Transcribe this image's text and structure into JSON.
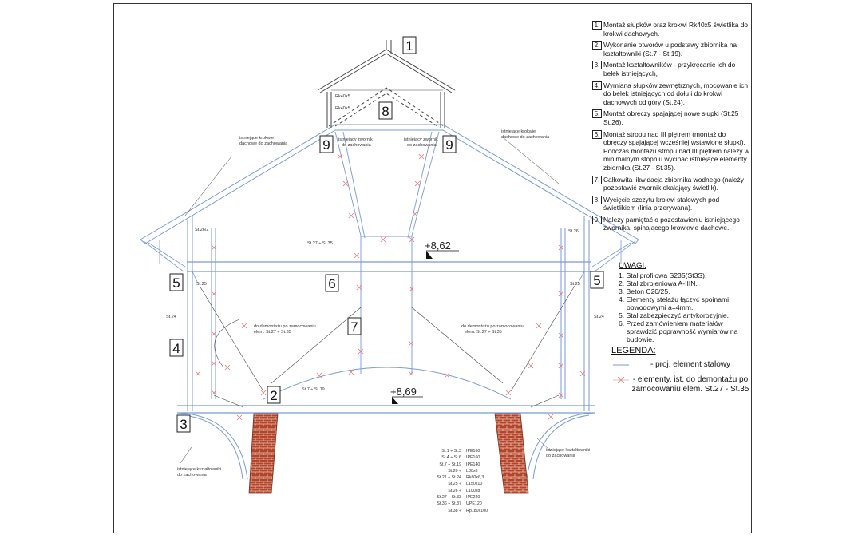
{
  "notes": [
    {
      "num": "1.",
      "text": "Montaż słupków oraz krokwi Rk40x5 świetlika do krokwi dachowych."
    },
    {
      "num": "2.",
      "text": "Wykonanie otworów u podstawy zbiornika na kształtowniki (St.7 - St.19)."
    },
    {
      "num": "3.",
      "text": "Montaż kształtowników - przykręcanie ich do belek istniejących,"
    },
    {
      "num": "4.",
      "text": "Wymiana słupków zewnętrznych, mocowanie ich do belek istniejących od dołu i do krokwi dachowych od góry (St.24)."
    },
    {
      "num": "5.",
      "text": "Montaż obręczy spajającej nowe słupki (St.25 i St.26)."
    },
    {
      "num": "6.",
      "text": "Montaż stropu nad III piętrem (montaż do obręczy spajającej wcześniej wstawione słupki). Podczas montażu stropu nad III piętrem należy w minimalnym stopniu wycinać istniejące elementy zbiornika (St.27 - St.35)."
    },
    {
      "num": "7.",
      "text": "Całkowita likwidacja zbiornika wodnego (należy pozostawić zwornik okalający świetlik)."
    },
    {
      "num": "8.",
      "text": "Wycięcie szczytu krokwi stalowych pod świetlikiem (linia przerywana)."
    },
    {
      "num": "9.",
      "text": "Należy pamiętać o pozostawieniu istniejącego zwornika, spinającego krowkwie dachowe."
    }
  ],
  "uwagi": {
    "title": "UWAGI:",
    "items": [
      "1. Stal profilowa S235(St3S).",
      "2. Stal zbrojeniowa A-IIIN.",
      "3. Beton C20/25.",
      "4. Elementy stelażu łączyć spoinami obwodowymi a=4mm.",
      "5. Stal zabezpieczyć antykorozyjnie.",
      "6. Przed zamówieniem materiałów sprawdzić poprawność wymiarów na budowie."
    ]
  },
  "legend": {
    "title": "LEGENDA:",
    "items": [
      {
        "kind": "line",
        "text": "- proj. element stalowy"
      },
      {
        "kind": "cross",
        "text": "- elementy. ist. do demontażu po zamocowaniu elem. St.27 - St.35"
      }
    ]
  },
  "elevations": [
    "+8,62",
    "+8,69"
  ],
  "markers": [
    "1",
    "8",
    "9",
    "9",
    "6",
    "5",
    "5",
    "7",
    "4",
    "2",
    "3"
  ],
  "labels": {
    "rk40x5": "Rk40x5",
    "rk40x5b": "Rk40x5",
    "krokwie_l1": "istniejące krokwie",
    "krokwie_l2": "dachowe do zachowania",
    "krokwie_r1": "istniejące krokwie",
    "krokwie_r2": "dachowe do zachowania",
    "zwornik_l1": "istniejący zwornik",
    "zwornik_l2": "do zachowania",
    "zwornik_r1": "istniejący zwornik",
    "zwornik_r2": "do zachowania",
    "st2628": "St.26/2",
    "st25l": "St.25",
    "st25r": "St.25",
    "st26r": "St.26",
    "st24l": "St.24",
    "st24r": "St.24",
    "st2735": "St.27 ÷ St.35",
    "st719": "St.7 ÷ St.19",
    "dem_l1": "do demontażu po zamocowaniu",
    "dem_l2": "elem. St.27 ÷ St.35",
    "dem_r1": "do demontażu po zamocowaniu",
    "dem_r2": "elem. St.27 ÷ St.35",
    "ksz_l1": "istniejące kształtowniki",
    "ksz_l2": "do zachowania",
    "ksz_r1": "istniejące kształtowniki",
    "ksz_r2": "do zachowania"
  },
  "spec": [
    {
      "a": "St.1 ÷ St.3",
      "b": "IPE160"
    },
    {
      "a": "St.4 ÷ St.6",
      "b": "IPE160"
    },
    {
      "a": "St.7 ÷ St.19",
      "b": "IPE140"
    },
    {
      "a": "St.20 ÷",
      "b": "L80x8"
    },
    {
      "a": "St.21 ÷ St.24",
      "b": "Rk80x6,3"
    },
    {
      "a": "St.25 ÷",
      "b": "L150x10"
    },
    {
      "a": "St.26 ÷",
      "b": "L100x8"
    },
    {
      "a": "St.27 ÷ St.33",
      "b": "IPE220"
    },
    {
      "a": "St.36 ÷ St.37",
      "b": "UPE120"
    },
    {
      "a": "St.38 ÷",
      "b": "Rp180x100"
    }
  ],
  "colors": {
    "steel": "#7a9ad6",
    "cross": "#e07a7a",
    "brick": "#b5432a",
    "line": "#333333"
  }
}
